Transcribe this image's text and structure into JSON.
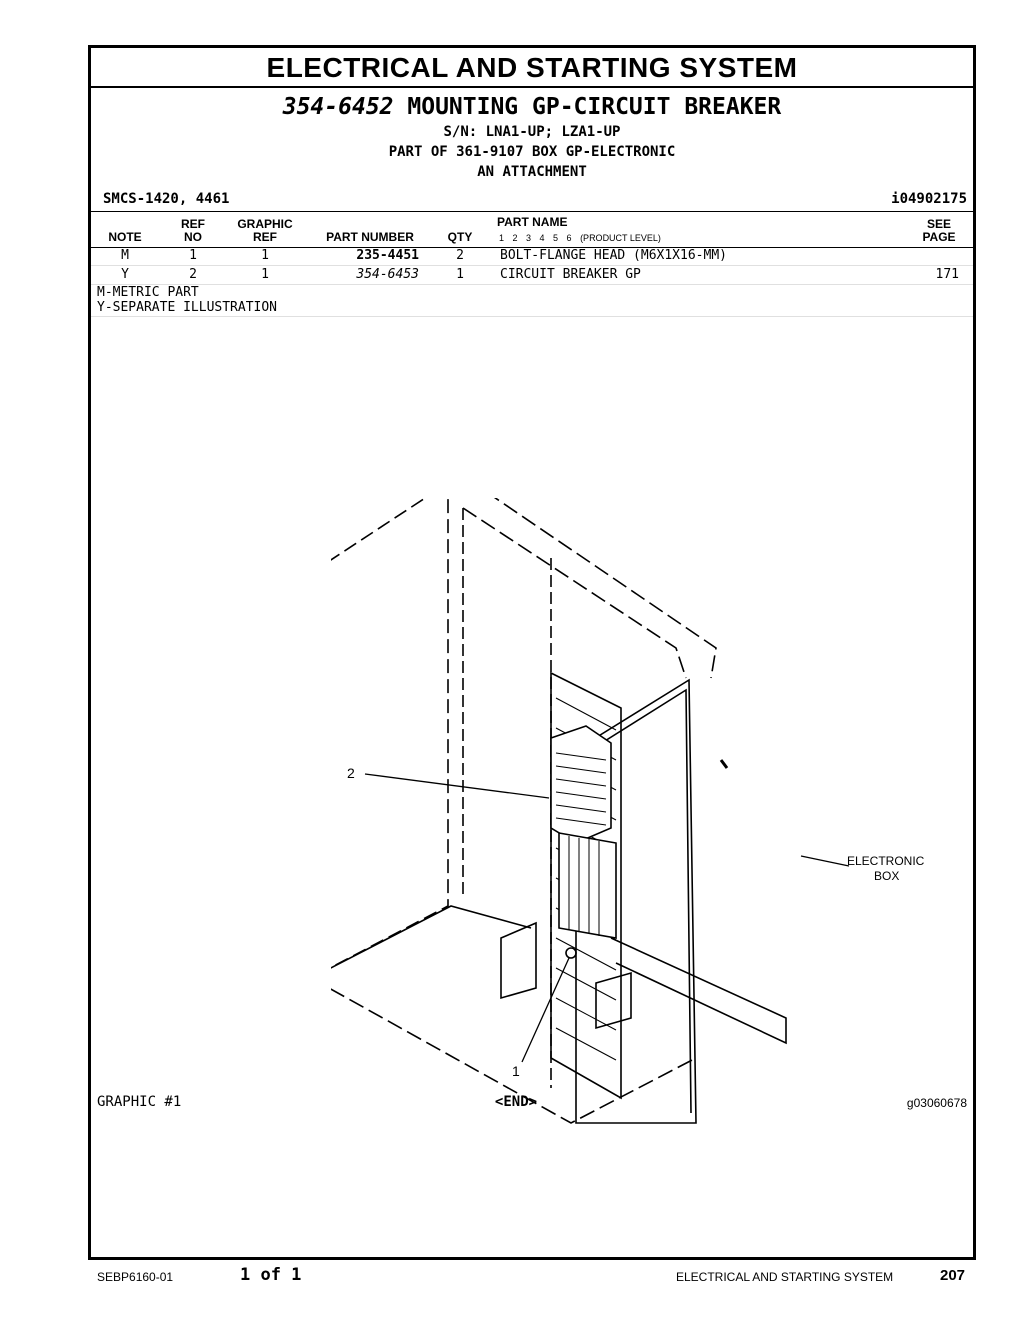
{
  "header": {
    "title": "ELECTRICAL AND STARTING SYSTEM",
    "group_number": "354-6452",
    "group_name": "MOUNTING GP-CIRCUIT BREAKER",
    "serial_numbers": "S/N: LNA1-UP; LZA1-UP",
    "part_of": "PART OF 361-9107 BOX GP-ELECTRONIC",
    "attachment": "AN ATTACHMENT",
    "smcs": "SMCS-1420, 4461",
    "illustration_id": "i04902175"
  },
  "table": {
    "headers": {
      "note": "NOTE",
      "ref_no_1": "REF",
      "ref_no_2": "NO",
      "graphic_ref_1": "GRAPHIC",
      "graphic_ref_2": "REF",
      "part_number": "PART NUMBER",
      "qty": "QTY",
      "part_name": "PART NAME",
      "levels": "1 2 3 4 5 6",
      "product_level": "(PRODUCT LEVEL)",
      "see_page_1": "SEE",
      "see_page_2": "PAGE"
    },
    "rows": [
      {
        "note": "M",
        "ref_no": "1",
        "graphic_ref": "1",
        "part_number": "235-4451",
        "qty": "2",
        "part_name": "BOLT-FLANGE HEAD (M6X1X16-MM)",
        "see_page": ""
      },
      {
        "note": "Y",
        "ref_no": "2",
        "graphic_ref": "1",
        "part_number": "354-6453",
        "qty": "1",
        "part_name": "CIRCUIT BREAKER GP",
        "see_page": "171"
      }
    ]
  },
  "notes": [
    "M-METRIC PART",
    "Y-SEPARATE ILLUSTRATION"
  ],
  "illustration": {
    "callout_1": "1",
    "callout_2": "2",
    "label_line_1": "ELECTRONIC",
    "label_line_2": "BOX"
  },
  "graphic_footer": {
    "graphic_label": "GRAPHIC #1",
    "end_label": "<END>",
    "graphic_number": "g03060678"
  },
  "footer": {
    "doc_number": "SEBP6160-01",
    "page_of": "1 of 1",
    "section": "ELECTRICAL AND STARTING SYSTEM",
    "page_number": "207"
  }
}
